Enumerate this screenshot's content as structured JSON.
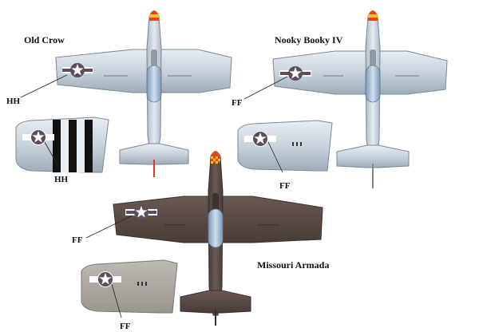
{
  "aircraft": [
    {
      "name": "Old Crow",
      "callouts": [
        "HH",
        "HH"
      ]
    },
    {
      "name": "Nooky Booky IV",
      "callouts": [
        "FF",
        "FF"
      ]
    },
    {
      "name": "Missouri Armada",
      "callouts": [
        "FF",
        "FF"
      ]
    }
  ],
  "colors": {
    "bare_metal": "#c9d3dd",
    "bare_metal_dark": "#9aa8b6",
    "olive_drab": "#5a4a45",
    "olive_drab_dark": "#3e322e",
    "gray_underside": "#a9a6a1",
    "insignia_blue": "#6b5a66",
    "nose_red": "#e23b1f",
    "nose_yellow": "#f4c21e",
    "invasion_stripe": "#111111"
  },
  "icons": [
    "p51-top-view",
    "national-insignia",
    "invasion-stripes",
    "drop-tank"
  ]
}
